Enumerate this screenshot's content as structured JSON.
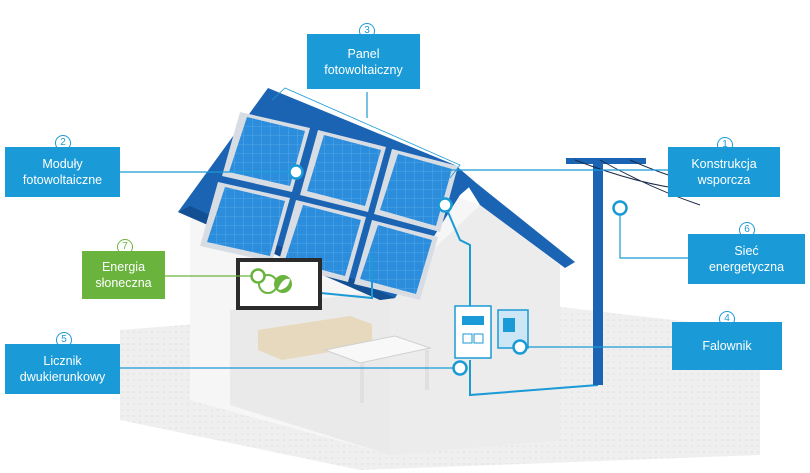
{
  "colors": {
    "accent_blue": "#1a9ad6",
    "accent_green": "#6ab43e",
    "roof_blue": "#1b64b4",
    "panel_blue": "#2a86d8",
    "wall": "#f2f2f2",
    "floor": "#ececec"
  },
  "callouts": [
    {
      "id": "1",
      "text": "Konstrukcja wsporcza"
    },
    {
      "id": "2",
      "text": "Moduły fotowoltaiczne"
    },
    {
      "id": "3",
      "text": "Panel fotowoltaiczny"
    },
    {
      "id": "4",
      "text": "Falownik"
    },
    {
      "id": "5",
      "text": "Licznik dwukierunkowy"
    },
    {
      "id": "6",
      "text": "Sieć energetyczna"
    },
    {
      "id": "7",
      "text": "Energia słoneczna"
    }
  ],
  "icons": {
    "leaf": "leaf-icon",
    "solar_panel": "solar-panel-icon",
    "utility_pole": "utility-pole-icon",
    "meter": "bidirectional-meter-icon",
    "inverter": "inverter-icon"
  }
}
